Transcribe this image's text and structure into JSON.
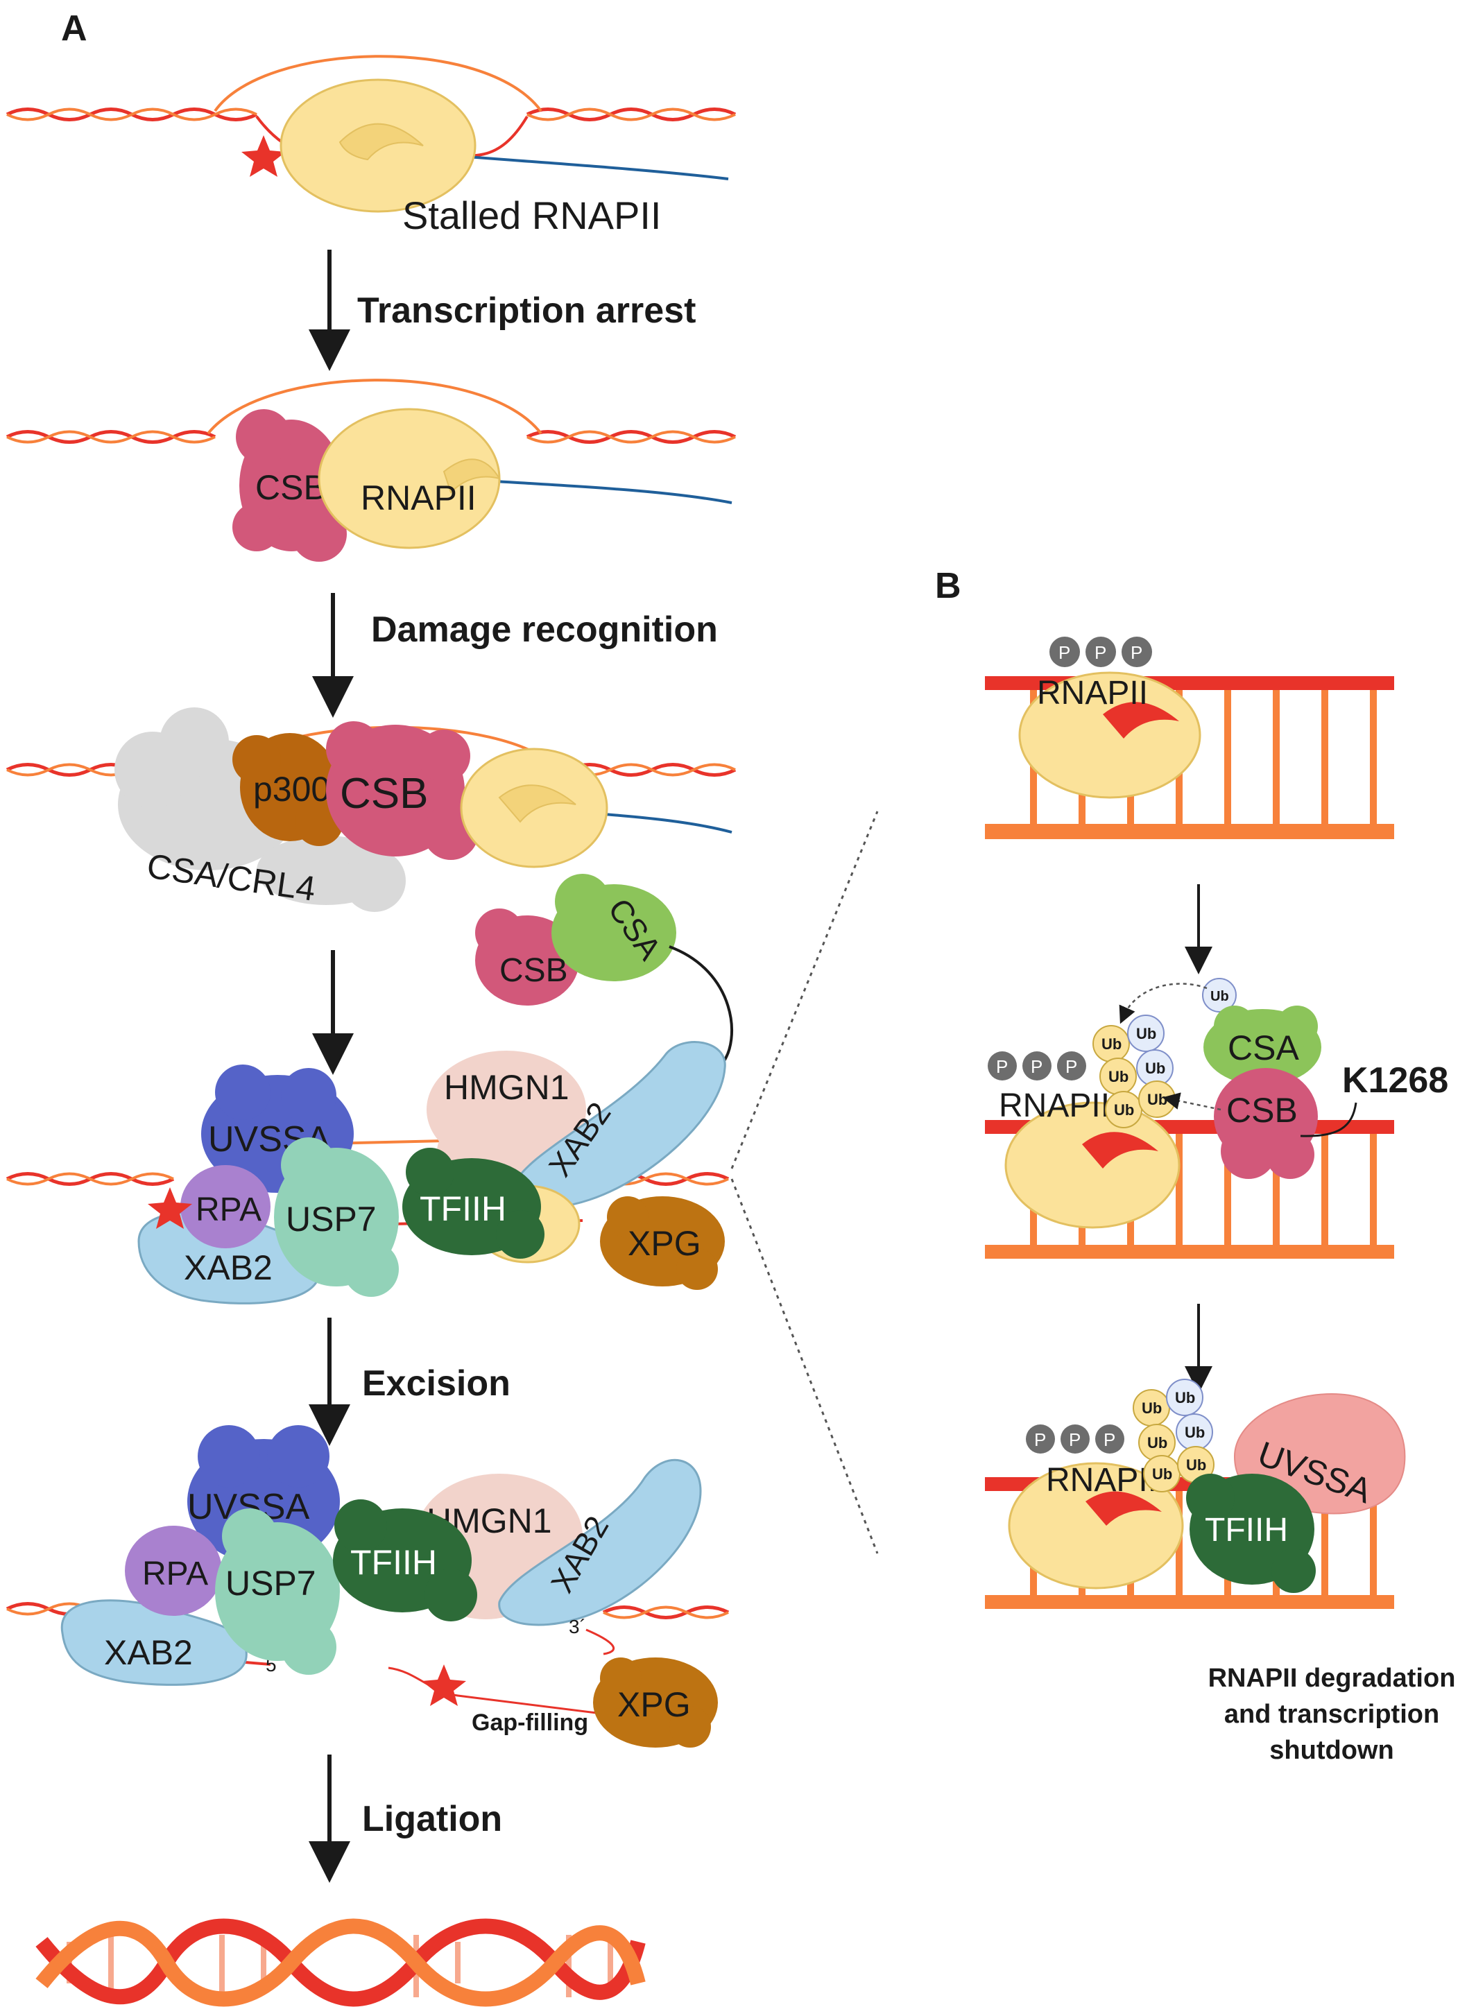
{
  "panels": {
    "a_letter": "A",
    "b_letter": "B"
  },
  "steps": {
    "transcription_arrest": "Transcription arrest",
    "damage_recognition": "Damage recognition",
    "excision": "Excision",
    "ligation": "Ligation"
  },
  "labels": {
    "stalled_rnapii": "Stalled RNAPII",
    "rnapii": "RNAPII",
    "csb": "CSB",
    "csa": "CSA",
    "p300": "p300",
    "csa_crl4": "CSA/CRL4",
    "hmgn1": "HMGN1",
    "xab2": "XAB2",
    "uvssa": "UVSSA",
    "rpa": "RPA",
    "usp7": "USP7",
    "tfiih": "TFIIH",
    "xpg": "XPG",
    "five_prime": "5´",
    "three_prime": "3´",
    "gap_filling": "Gap-filling",
    "phospho": "P",
    "ub": "Ub",
    "k1268": "K1268",
    "b_caption_line1": "RNAPII degradation",
    "b_caption_line2": "and transcription",
    "b_caption_line3": "shutdown"
  },
  "colors": {
    "dna_red": "#e8332a",
    "dna_orange": "#f7813b",
    "rnapii_fill": "#fbe29a",
    "csb_fill": "#d2587a",
    "csa_fill": "#8cc45a",
    "p300_fill": "#b8660f",
    "crl4_fill": "#d9d9d9",
    "hmgn1_fill": "#f2d3cb",
    "xab2_fill": "#a9d3ea",
    "uvssa_fill": "#5563c8",
    "rpa_fill": "#a981cf",
    "usp7_fill": "#92d2b8",
    "tfiih_fill": "#2d6b38",
    "xpg_fill": "#bd7312",
    "rna_blue": "#1f5f9a",
    "phospho_grey": "#6d6d6d"
  }
}
